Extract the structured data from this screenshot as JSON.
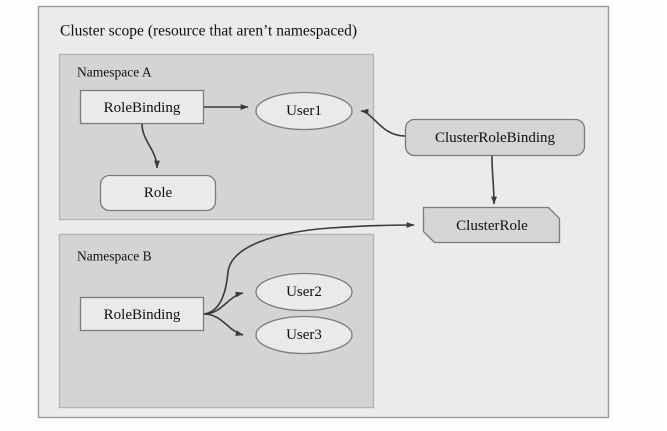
{
  "diagram": {
    "title": "Cluster scope (resource that aren’t namespaced)",
    "colors": {
      "page_background": "#ffffff",
      "grid_dot": "#dfe0ea",
      "cluster_fill": "#ebebeb",
      "cluster_stroke": "#9a9a9a",
      "namespace_fill": "#d4d4d4",
      "namespace_stroke": "#b5b5b5",
      "node_light_fill": "#eaeaea",
      "node_dark_fill": "#d5d5d5",
      "node_stroke": "#7b7b7b",
      "edge_stroke": "#3b3b3b",
      "text": "#101010"
    },
    "containers": [
      {
        "id": "cluster-scope",
        "label": "Cluster scope (resource that aren’t namespaced)",
        "shape": "rectangle"
      },
      {
        "id": "namespace-a",
        "label": "Namespace A",
        "shape": "rectangle"
      },
      {
        "id": "namespace-b",
        "label": "Namespace B",
        "shape": "rectangle"
      }
    ],
    "nodes": [
      {
        "id": "rolebinding-a",
        "label": "RoleBinding",
        "shape": "rectangle",
        "parent": "namespace-a"
      },
      {
        "id": "user1",
        "label": "User1",
        "shape": "ellipse",
        "parent": "namespace-a"
      },
      {
        "id": "role-a",
        "label": "Role",
        "shape": "rounded-rectangle",
        "parent": "namespace-a"
      },
      {
        "id": "rolebinding-b",
        "label": "RoleBinding",
        "shape": "rectangle",
        "parent": "namespace-b"
      },
      {
        "id": "user2",
        "label": "User2",
        "shape": "ellipse",
        "parent": "namespace-b"
      },
      {
        "id": "user3",
        "label": "User3",
        "shape": "ellipse",
        "parent": "namespace-b"
      },
      {
        "id": "clusterrolebinding",
        "label": "ClusterRoleBinding",
        "shape": "rounded-rectangle",
        "parent": "cluster-scope"
      },
      {
        "id": "clusterrole",
        "label": "ClusterRole",
        "shape": "chamfered-rectangle",
        "parent": "cluster-scope"
      }
    ],
    "edges": [
      {
        "id": "edge-rolebindinga-user1",
        "from": "rolebinding-a",
        "to": "user1",
        "label": ""
      },
      {
        "id": "edge-rolebindinga-role",
        "from": "rolebinding-a",
        "to": "role-a",
        "label": ""
      },
      {
        "id": "edge-clusterrolebinding-user1",
        "from": "clusterrolebinding",
        "to": "user1",
        "label": ""
      },
      {
        "id": "edge-clusterrolebinding-clusterrole",
        "from": "clusterrolebinding",
        "to": "clusterrole",
        "label": ""
      },
      {
        "id": "edge-rolebindingb-user2",
        "from": "rolebinding-b",
        "to": "user2",
        "label": ""
      },
      {
        "id": "edge-rolebindingb-user3",
        "from": "rolebinding-b",
        "to": "user3",
        "label": ""
      },
      {
        "id": "edge-rolebindingb-clusterrole",
        "from": "rolebinding-b",
        "to": "clusterrole",
        "label": ""
      }
    ]
  }
}
